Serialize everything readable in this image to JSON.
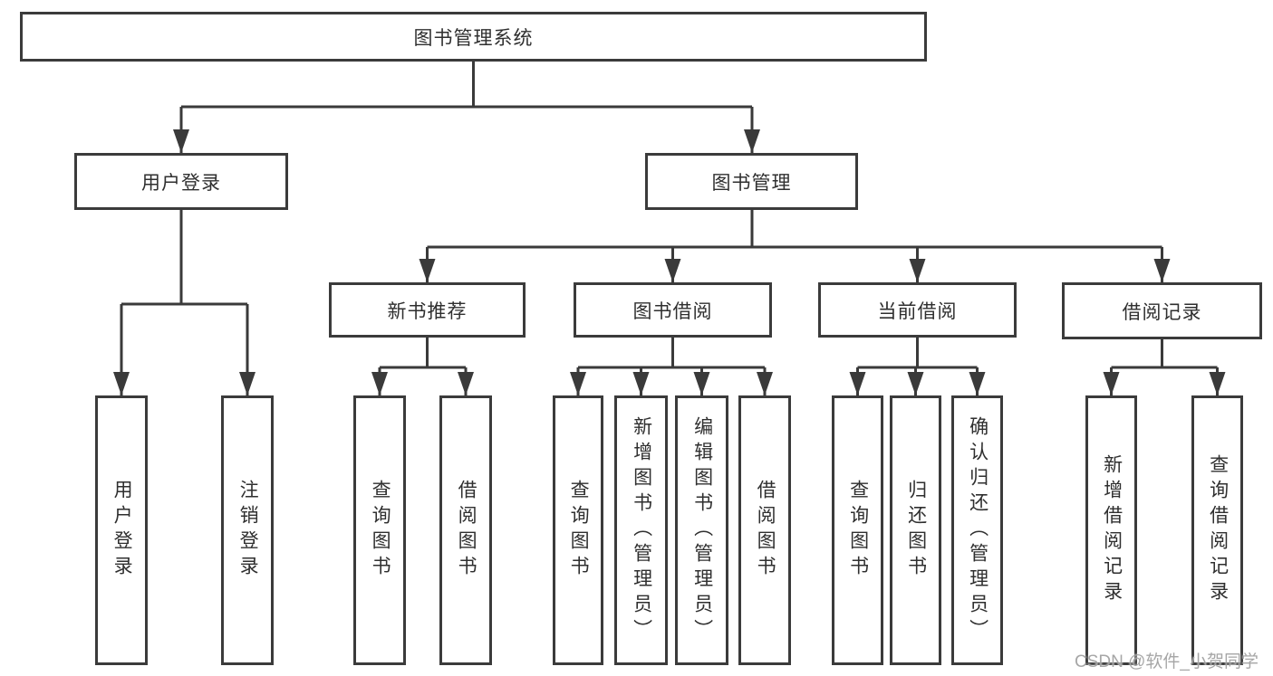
{
  "root": {
    "label": "图书管理系统"
  },
  "login": {
    "label": "用户登录",
    "leaves": [
      "用户登录",
      "注销登录"
    ]
  },
  "mgmt": {
    "label": "图书管理"
  },
  "recommend": {
    "label": "新书推荐",
    "leaves": [
      "查询图书",
      "借阅图书"
    ]
  },
  "borrow": {
    "label": "图书借阅",
    "leaves": [
      "查询图书",
      "新增图书（管理员）",
      "编辑图书（管理员）",
      "借阅图书"
    ]
  },
  "current": {
    "label": "当前借阅",
    "leaves": [
      "查询图书",
      "归还图书",
      "确认归还（管理员）"
    ]
  },
  "records": {
    "label": "借阅记录",
    "leaves": [
      "新增借阅记录",
      "查询借阅记录"
    ]
  },
  "watermark": "CSDN @软件_小贺同学",
  "colors": {
    "line": "#3a3a3a",
    "border": "#3b3b3b",
    "text": "#2f2f2f",
    "watermark": "#9e9e9e"
  }
}
